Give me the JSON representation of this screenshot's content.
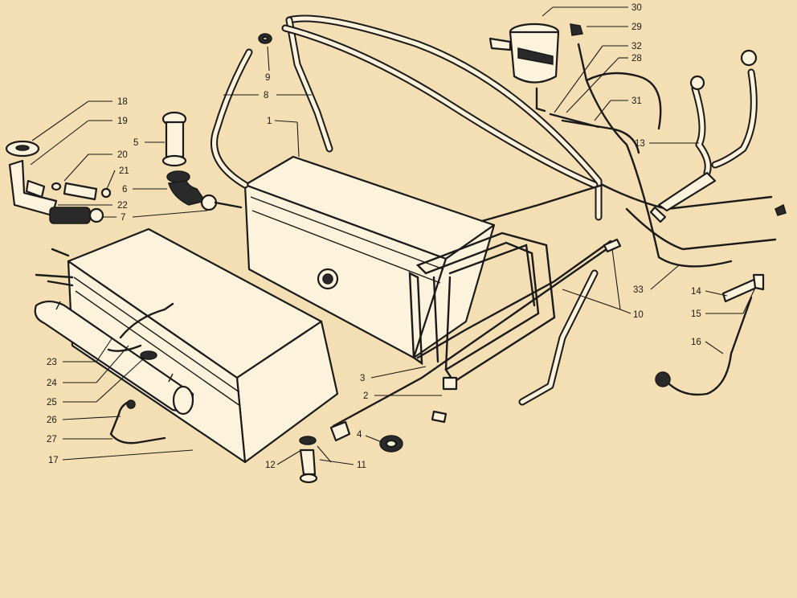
{
  "callouts": [
    {
      "id": "c1",
      "label": "1"
    },
    {
      "id": "c2",
      "label": "2"
    },
    {
      "id": "c3",
      "label": "3"
    },
    {
      "id": "c4",
      "label": "4"
    },
    {
      "id": "c5",
      "label": "5"
    },
    {
      "id": "c6",
      "label": "6"
    },
    {
      "id": "c7",
      "label": "7"
    },
    {
      "id": "c8",
      "label": "8"
    },
    {
      "id": "c9",
      "label": "9"
    },
    {
      "id": "c10",
      "label": "10"
    },
    {
      "id": "c11",
      "label": "11"
    },
    {
      "id": "c12",
      "label": "12"
    },
    {
      "id": "c13",
      "label": "13"
    },
    {
      "id": "c14",
      "label": "14"
    },
    {
      "id": "c15",
      "label": "15"
    },
    {
      "id": "c16",
      "label": "16"
    },
    {
      "id": "c17",
      "label": "17"
    },
    {
      "id": "c18",
      "label": "18"
    },
    {
      "id": "c19",
      "label": "19"
    },
    {
      "id": "c20",
      "label": "20"
    },
    {
      "id": "c21",
      "label": "21"
    },
    {
      "id": "c22",
      "label": "22"
    },
    {
      "id": "c23",
      "label": "23"
    },
    {
      "id": "c24",
      "label": "24"
    },
    {
      "id": "c25",
      "label": "25"
    },
    {
      "id": "c26",
      "label": "26"
    },
    {
      "id": "c27",
      "label": "27"
    },
    {
      "id": "c28",
      "label": "28"
    },
    {
      "id": "c29",
      "label": "29"
    },
    {
      "id": "c30",
      "label": "30"
    },
    {
      "id": "c31",
      "label": "31"
    },
    {
      "id": "c32",
      "label": "32"
    },
    {
      "id": "c33",
      "label": "33"
    }
  ],
  "colors": {
    "background": "#f3dfb3",
    "ink": "#1a1a1a",
    "paper": "#fdf3dc"
  }
}
